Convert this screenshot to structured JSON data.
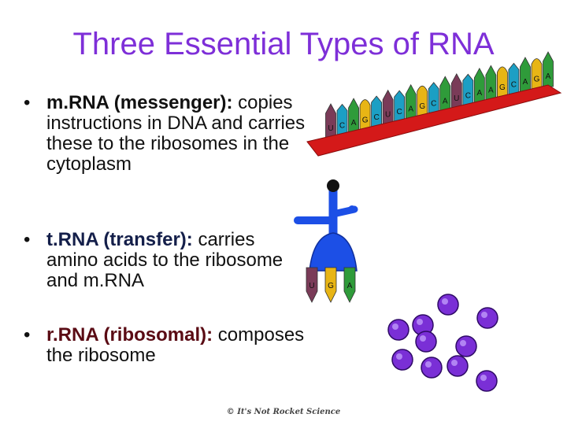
{
  "title": "Three Essential Types of RNA",
  "bullets": [
    {
      "marker": "•",
      "term": "m.RNA (messenger):",
      "desc": "copies instructions in DNA and carries these to the ribosomes in the cytoplasm"
    },
    {
      "marker": "•",
      "term": "t.RNA (transfer):",
      "desc": "carries amino acids to the ribosome and m.RNA"
    },
    {
      "marker": "•",
      "term": "r.RNA (ribosomal):",
      "desc": "composes the ribosome"
    }
  ],
  "mrna_bases": [
    "U",
    "C",
    "A",
    "G",
    "C",
    "U",
    "C",
    "A",
    "G",
    "C",
    "A",
    "U",
    "C",
    "A",
    "A",
    "G",
    "C",
    "A",
    "G",
    "A"
  ],
  "trna_anticodon": [
    "U",
    "G",
    "A"
  ],
  "footer": "© It's Not Rocket Science",
  "colors": {
    "title": "#7e2fd8",
    "strand": "#d41919",
    "base_U": "#7a3b58",
    "base_C": "#1c9fc4",
    "base_A": "#2f9b3a",
    "base_G": "#e8b515",
    "trna": "#1c4fe6",
    "ribosome": "#7a2fd6"
  }
}
